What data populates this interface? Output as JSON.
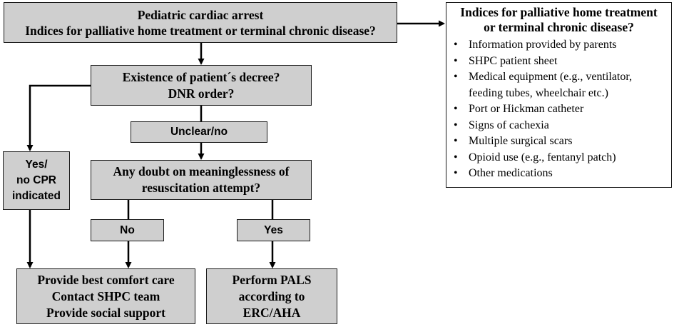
{
  "top": {
    "line1": "Pediatric cardiac arrest",
    "line2": "Indices for palliative home treatment or terminal chronic disease?"
  },
  "decree": {
    "line1": "Existence of patient´s decree?",
    "line2": "DNR order?"
  },
  "unclear": "Unclear/no",
  "yes_left": {
    "line1": "Yes/",
    "line2": "no CPR",
    "line3": "indicated"
  },
  "doubt": {
    "line1": "Any doubt on meaninglessness of",
    "line2": "resuscitation attempt?"
  },
  "no_label": "No",
  "yes_label": "Yes",
  "comfort": {
    "line1": "Provide best comfort care",
    "line2": "Contact SHPC team",
    "line3": "Provide social support"
  },
  "pals": {
    "line1": "Perform PALS",
    "line2": "according to",
    "line3": "ERC/AHA"
  },
  "indices": {
    "title_line1": "Indices for palliative home treatment",
    "title_line2": "or terminal chronic disease?",
    "bullet": "•",
    "items": [
      "Information provided by parents",
      "SHPC patient sheet",
      "Medical equipment (e.g., ventilator,",
      "feeding tubes, wheelchair etc.)",
      "Port or Hickman catheter",
      "Signs of cachexia",
      "Multiple surgical scars",
      "Opioid use (e.g., fentanyl patch)",
      "Other medications"
    ]
  }
}
